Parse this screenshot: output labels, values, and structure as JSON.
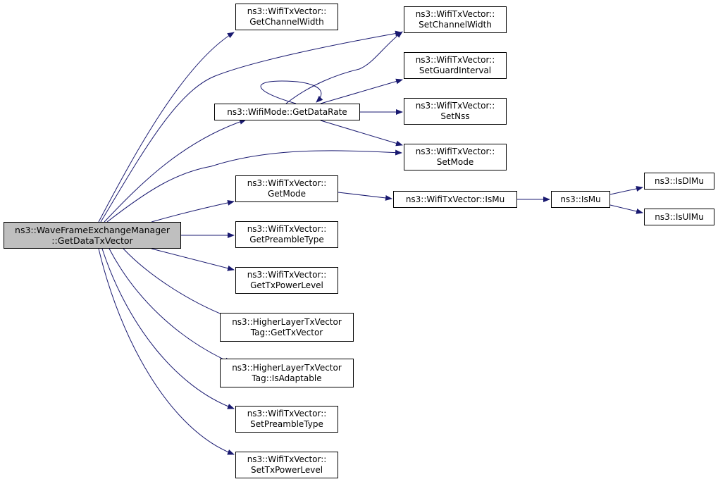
{
  "colors": {
    "edge": "#191970",
    "root_fill": "#bfbfbf",
    "node_fill": "#ffffff",
    "node_border": "#000000"
  },
  "nodes": {
    "root": {
      "line1": "ns3::WaveFrameExchangeManager",
      "line2": "::GetDataTxVector"
    },
    "getChanWidth": {
      "line1": "ns3::WifiTxVector::",
      "line2": "GetChannelWidth"
    },
    "setChanWidth": {
      "line1": "ns3::WifiTxVector::",
      "line2": "SetChannelWidth"
    },
    "setGuard": {
      "line1": "ns3::WifiTxVector::",
      "line2": "SetGuardInterval"
    },
    "getDataRate": {
      "line1": "ns3::WifiMode::GetDataRate"
    },
    "setNss": {
      "line1": "ns3::WifiTxVector::",
      "line2": "SetNss"
    },
    "setMode": {
      "line1": "ns3::WifiTxVector::",
      "line2": "SetMode"
    },
    "getMode": {
      "line1": "ns3::WifiTxVector::",
      "line2": "GetMode"
    },
    "isMuVec": {
      "line1": "ns3::WifiTxVector::IsMu"
    },
    "isMu": {
      "line1": "ns3::IsMu"
    },
    "isDlMu": {
      "line1": "ns3::IsDlMu"
    },
    "isUlMu": {
      "line1": "ns3::IsUlMu"
    },
    "getPreamble": {
      "line1": "ns3::WifiTxVector::",
      "line2": "GetPreambleType"
    },
    "getTxPower": {
      "line1": "ns3::WifiTxVector::",
      "line2": "GetTxPowerLevel"
    },
    "hlGetTx": {
      "line1": "ns3::HigherLayerTxVector",
      "line2": "Tag::GetTxVector"
    },
    "hlIsAdapt": {
      "line1": "ns3::HigherLayerTxVector",
      "line2": "Tag::IsAdaptable"
    },
    "setPreamble": {
      "line1": "ns3::WifiTxVector::",
      "line2": "SetPreambleType"
    },
    "setTxPower": {
      "line1": "ns3::WifiTxVector::",
      "line2": "SetTxPowerLevel"
    }
  },
  "edges": [
    [
      "root",
      "getChanWidth"
    ],
    [
      "root",
      "setChanWidth"
    ],
    [
      "root",
      "getDataRate"
    ],
    [
      "root",
      "setMode"
    ],
    [
      "root",
      "getMode"
    ],
    [
      "root",
      "getPreamble"
    ],
    [
      "root",
      "getTxPower"
    ],
    [
      "root",
      "hlGetTx"
    ],
    [
      "root",
      "hlIsAdapt"
    ],
    [
      "root",
      "setPreamble"
    ],
    [
      "root",
      "setTxPower"
    ],
    [
      "getDataRate",
      "getDataRate"
    ],
    [
      "getDataRate",
      "setChanWidth"
    ],
    [
      "getDataRate",
      "setGuard"
    ],
    [
      "getDataRate",
      "setNss"
    ],
    [
      "getDataRate",
      "setMode"
    ],
    [
      "getMode",
      "isMuVec"
    ],
    [
      "isMuVec",
      "isMu"
    ],
    [
      "isMu",
      "isDlMu"
    ],
    [
      "isMu",
      "isUlMu"
    ]
  ]
}
